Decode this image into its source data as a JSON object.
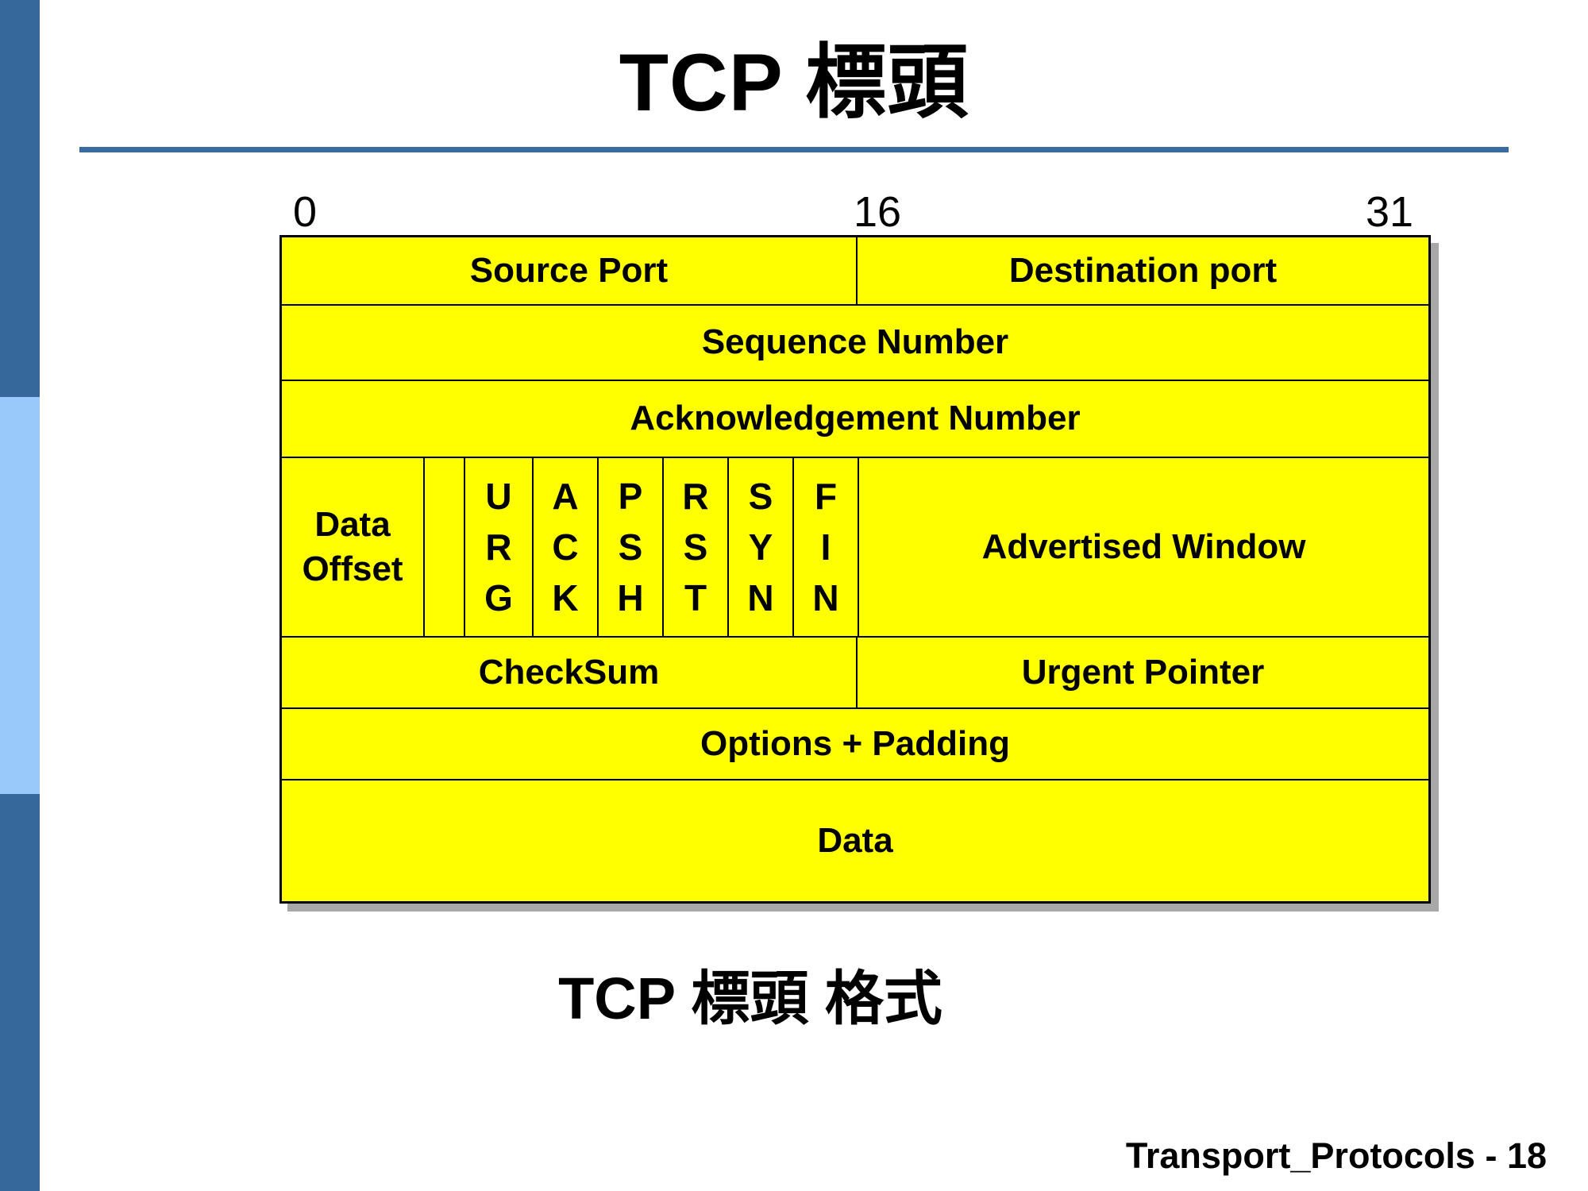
{
  "slide": {
    "title": "TCP 標頭",
    "caption": "TCP 標頭 格式",
    "footer": "Transport_Protocols - 18"
  },
  "bit_ruler": {
    "start": "0",
    "middle": "16",
    "end": "31"
  },
  "header_table": {
    "source_port": "Source Port",
    "destination_port": "Destination port",
    "sequence_number": "Sequence Number",
    "acknowledgement_number": "Acknowledgement Number",
    "data_offset": "Data Offset",
    "flags": [
      "U\nR\nG",
      "A\nC\nK",
      "P\nS\nH",
      "R\nS\nT",
      "S\nY\nN",
      "F\nI\nN"
    ],
    "advertised_window": "Advertised Window",
    "checksum": "CheckSum",
    "urgent_pointer": "Urgent Pointer",
    "options_padding": "Options + Padding",
    "data": "Data"
  },
  "colors": {
    "accent_dark_blue": "#36689c",
    "accent_light_blue": "#99c9fb",
    "rule_blue": "#3a6b9d",
    "field_yellow": "#ffff00",
    "shadow_gray": "#a8a8a8"
  }
}
